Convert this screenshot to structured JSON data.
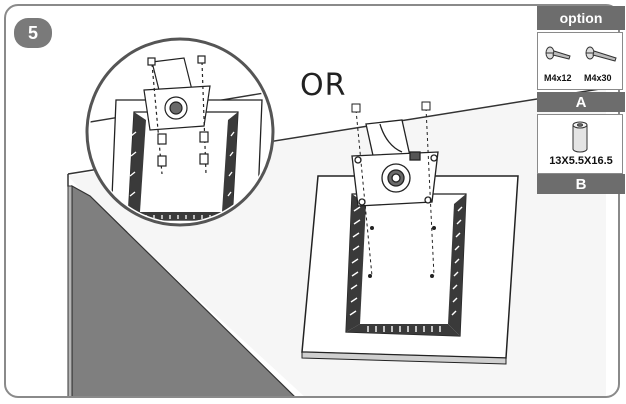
{
  "step": {
    "number": "5"
  },
  "divider_text": "OR",
  "options": {
    "header": "option",
    "group_a": {
      "label": "A",
      "screws": [
        {
          "name": "M4x12"
        },
        {
          "name": "M4x30"
        }
      ]
    },
    "group_b": {
      "label": "B",
      "spacer": "13X5.5X16.5"
    }
  },
  "colors": {
    "badge": "#7a7a7a",
    "option_bars": "#6d6d6d",
    "table_edge": "#808080",
    "frame": "#8a8a8a"
  },
  "icons": [
    "screw-icon",
    "spacer-icon",
    "monitor-icon",
    "vesa-bracket-icon",
    "magnifier-circle-icon"
  ]
}
